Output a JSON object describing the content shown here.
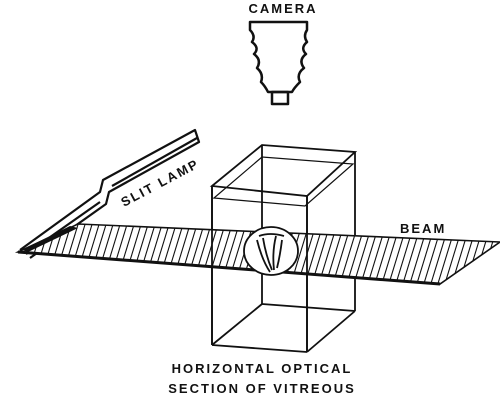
{
  "labels": {
    "camera": "CAMERA",
    "slit_lamp": "SLIT LAMP",
    "beam": "BEAM",
    "caption_line1": "HORIZONTAL OPTICAL",
    "caption_line2": "SECTION OF VITREOUS"
  },
  "colors": {
    "ink": "#111111",
    "background": "#ffffff"
  },
  "icons": [
    "camera-icon",
    "slit-lamp-icon"
  ]
}
